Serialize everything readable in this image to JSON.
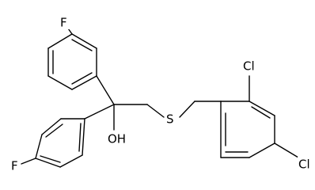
{
  "molecule": {
    "atom_labels": {
      "f_top": "F",
      "f_bottom": "F",
      "oh": "OH",
      "s": "S",
      "cl_ortho": "Cl",
      "cl_para": "Cl"
    }
  }
}
